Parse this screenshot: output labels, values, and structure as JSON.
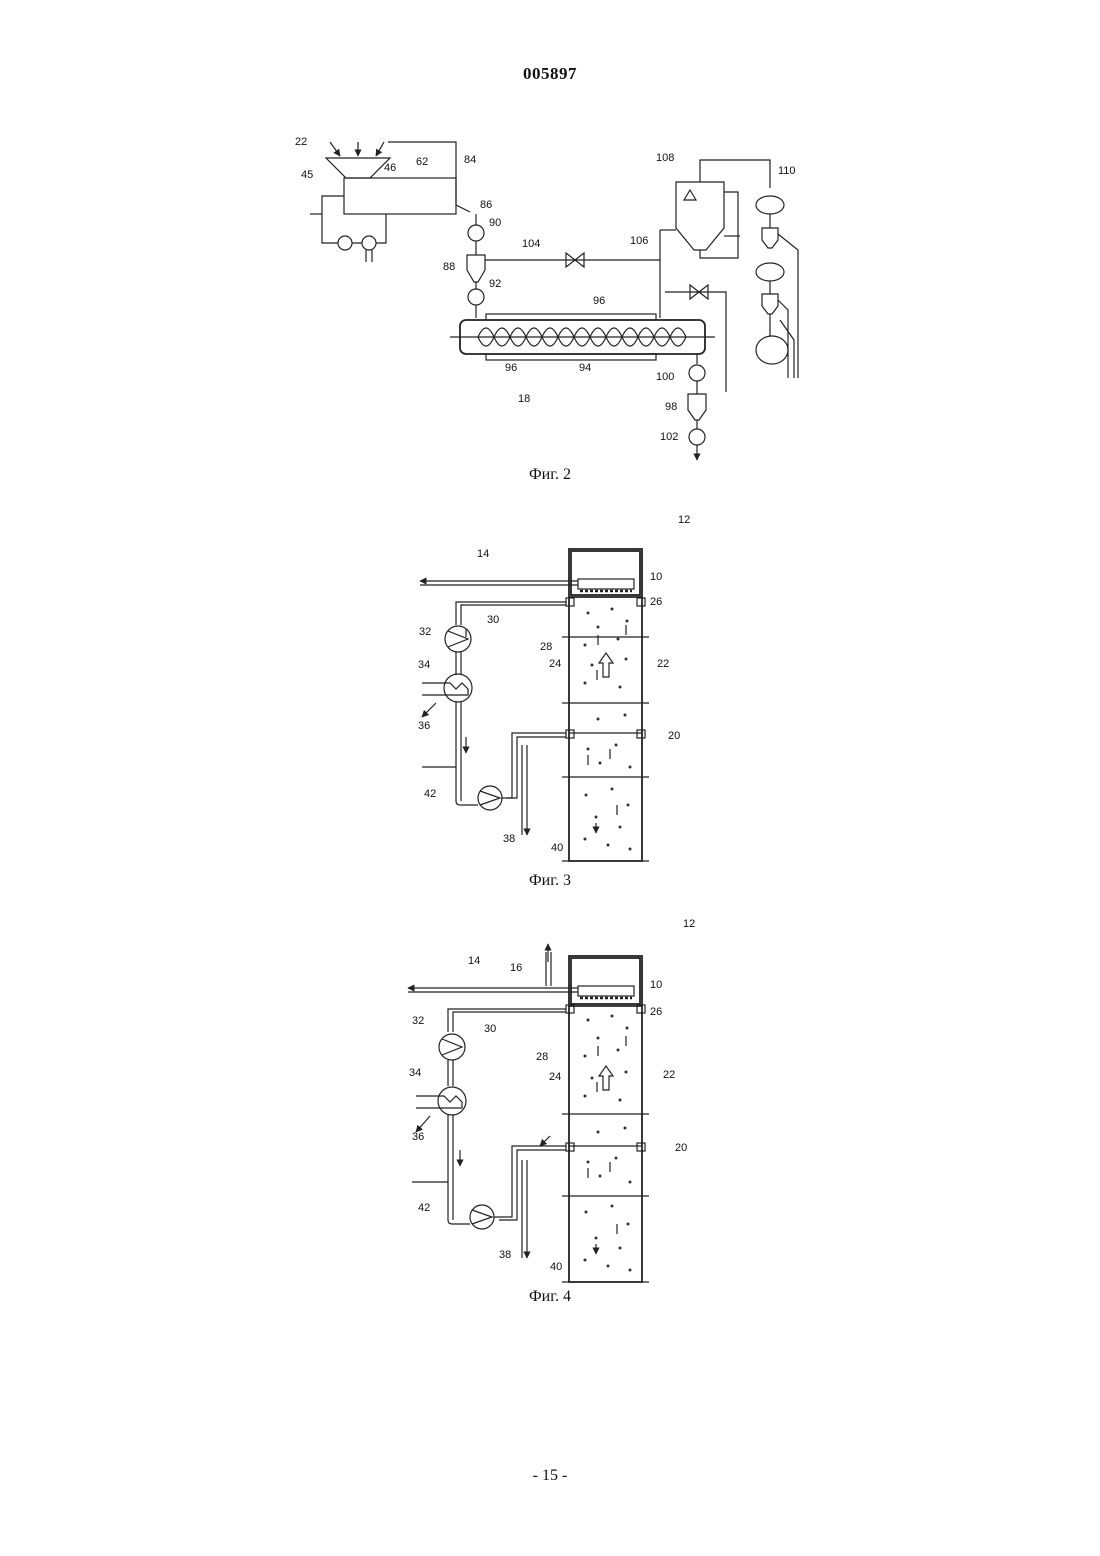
{
  "doc_number": "005897",
  "page_number": "- 15 -",
  "figures": [
    {
      "caption": "Фиг. 2",
      "labels": {
        "l22": "22",
        "l45": "45",
        "l46": "46",
        "l62": "62",
        "l84": "84",
        "l86": "86",
        "l90": "90",
        "l88": "88",
        "l92": "92",
        "l104": "104",
        "l106": "106",
        "l108": "108",
        "l110": "110",
        "l96a": "96",
        "l96b": "96",
        "l94": "94",
        "l18": "18",
        "l100": "100",
        "l98": "98",
        "l102": "102"
      }
    },
    {
      "caption": "Фиг. 3",
      "labels": {
        "l12": "12",
        "l14": "14",
        "l10": "10",
        "l26": "26",
        "l32": "32",
        "l30": "30",
        "l28": "28",
        "l24": "24",
        "l22": "22",
        "l34": "34",
        "l36": "36",
        "l20": "20",
        "l42": "42",
        "l38": "38",
        "l40": "40"
      }
    },
    {
      "caption": "Фиг. 4",
      "labels": {
        "l12": "12",
        "l14": "14",
        "l16": "16",
        "l10": "10",
        "l26": "26",
        "l32": "32",
        "l30": "30",
        "l28": "28",
        "l24": "24",
        "l22": "22",
        "l34": "34",
        "l36": "36",
        "l20": "20",
        "l42": "42",
        "l38": "38",
        "l40": "40"
      }
    }
  ]
}
